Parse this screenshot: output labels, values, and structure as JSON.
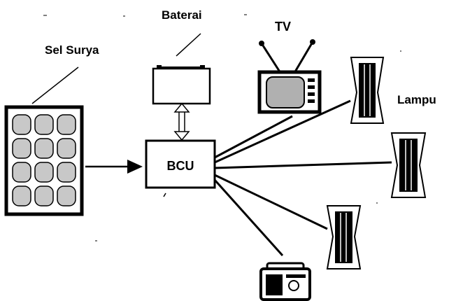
{
  "labels": {
    "solar_cell": "Sel Surya",
    "battery": "Baterai",
    "tv": "TV",
    "lamp": "Lampu",
    "controller": "BCU"
  },
  "icons": [
    "solar-panel-icon",
    "battery-icon",
    "tv-icon",
    "lamp-icon",
    "radio-icon"
  ],
  "colors": {
    "stroke": "#000000",
    "screen_fill": "#b0b0b0",
    "cell_fill": "#c8c8c8"
  }
}
